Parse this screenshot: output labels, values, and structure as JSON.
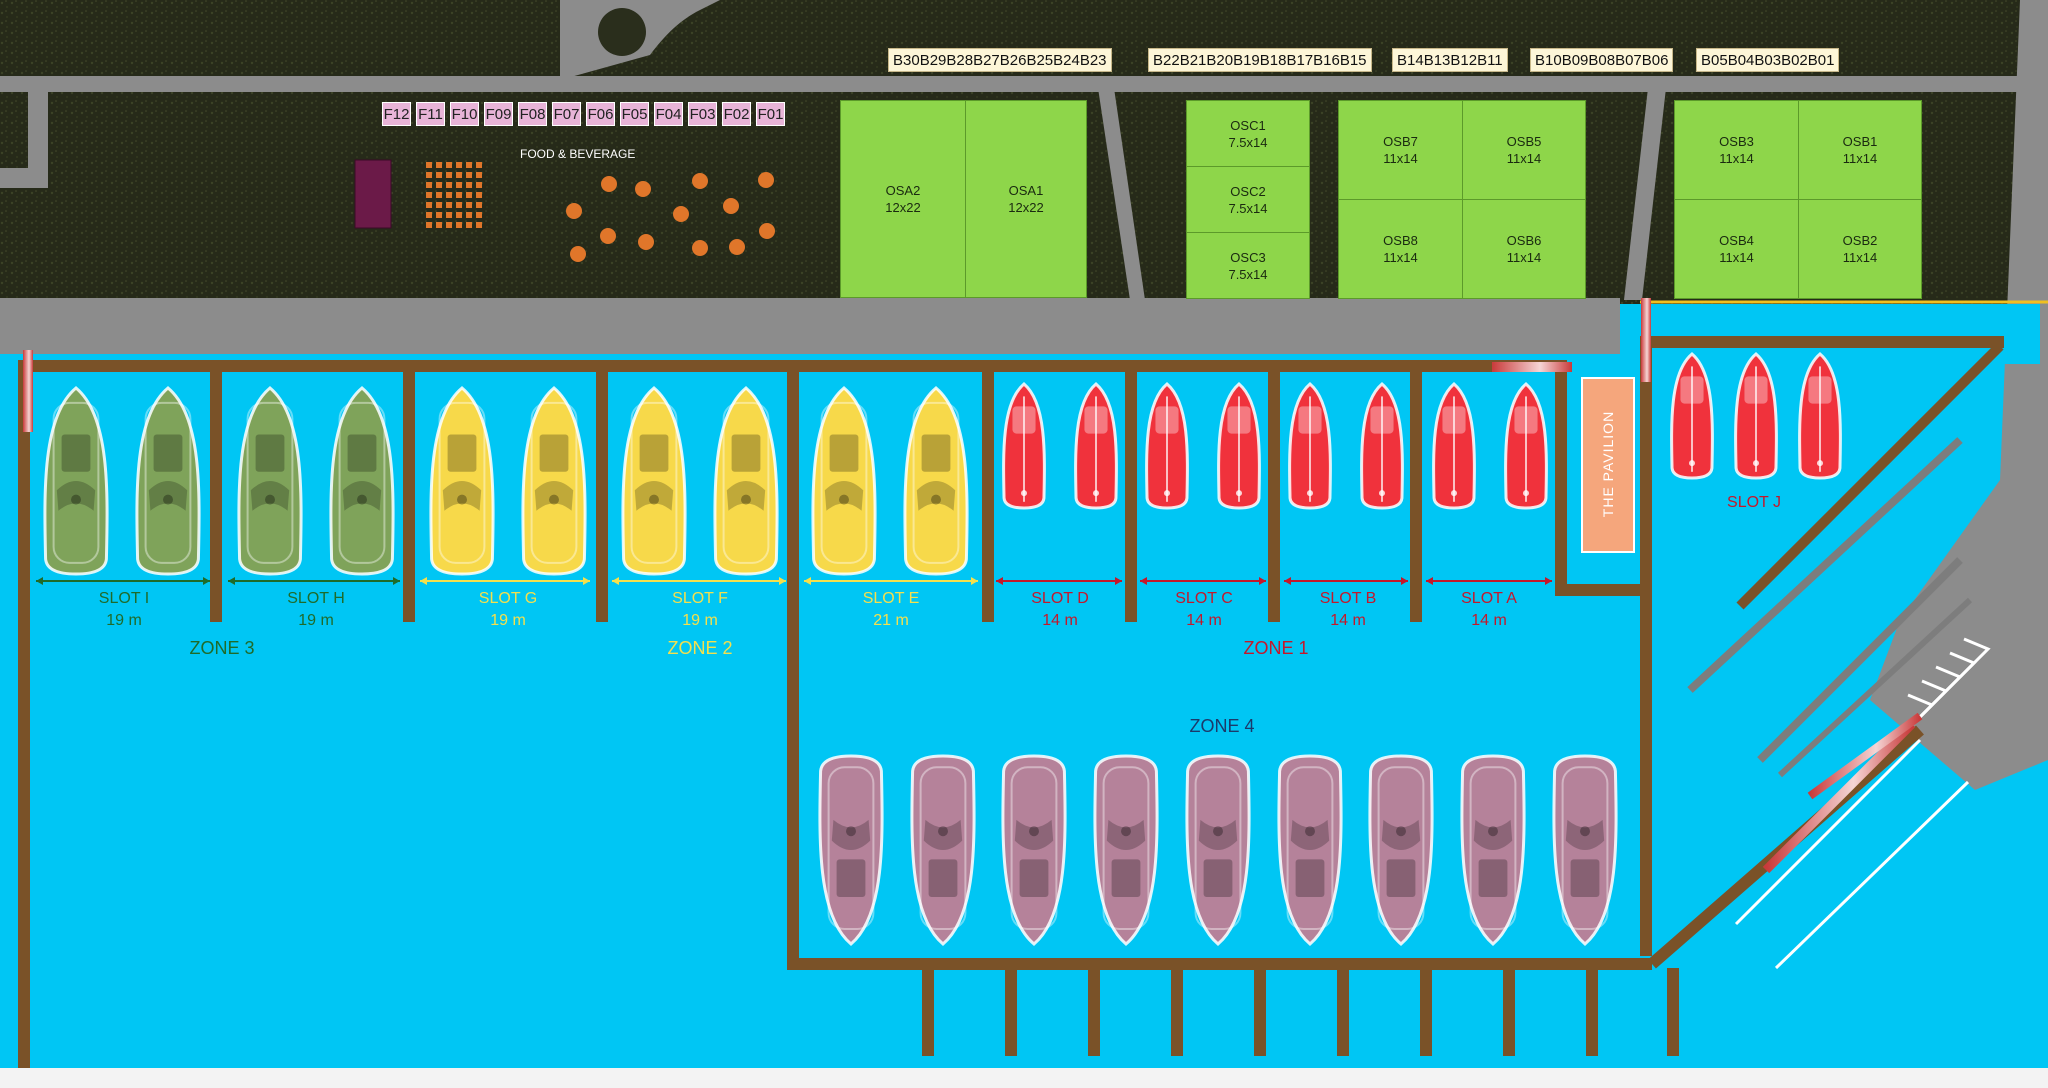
{
  "food_beverage": {
    "label": "FOOD & BEVERAGE",
    "stalls": [
      "F12",
      "F11",
      "F10",
      "F09",
      "F08",
      "F07",
      "F06",
      "F05",
      "F04",
      "F03",
      "F02",
      "F01"
    ]
  },
  "booth_groups": [
    {
      "label": "B30B29B28B27B26B25B24B23"
    },
    {
      "label": "B22B21B20B19B18B17B16B15"
    },
    {
      "label": "B14B13B12B11"
    },
    {
      "label": "B10B09B08B07B06"
    },
    {
      "label": "B05B04B03B02B01"
    }
  ],
  "open_spaces": [
    {
      "id": "OSA2",
      "size": "12x22"
    },
    {
      "id": "OSA1",
      "size": "12x22"
    },
    {
      "id": "OSC1",
      "size": "7.5x14"
    },
    {
      "id": "OSC2",
      "size": "7.5x14"
    },
    {
      "id": "OSC3",
      "size": "7.5x14"
    },
    {
      "id": "OSB7",
      "size": "11x14"
    },
    {
      "id": "OSB5",
      "size": "11x14"
    },
    {
      "id": "OSB8",
      "size": "11x14"
    },
    {
      "id": "OSB6",
      "size": "11x14"
    },
    {
      "id": "OSB3",
      "size": "11x14"
    },
    {
      "id": "OSB1",
      "size": "11x14"
    },
    {
      "id": "OSB4",
      "size": "11x14"
    },
    {
      "id": "OSB2",
      "size": "11x14"
    }
  ],
  "slots": [
    {
      "name": "SLOT I",
      "length": "19 m",
      "zone": "3"
    },
    {
      "name": "SLOT H",
      "length": "19 m",
      "zone": "3"
    },
    {
      "name": "SLOT G",
      "length": "19 m",
      "zone": "2"
    },
    {
      "name": "SLOT F",
      "length": "19 m",
      "zone": "2"
    },
    {
      "name": "SLOT E",
      "length": "21 m",
      "zone": "2"
    },
    {
      "name": "SLOT D",
      "length": "14 m",
      "zone": "1"
    },
    {
      "name": "SLOT C",
      "length": "14 m",
      "zone": "1"
    },
    {
      "name": "SLOT B",
      "length": "14 m",
      "zone": "1"
    },
    {
      "name": "SLOT A",
      "length": "14 m",
      "zone": "1"
    },
    {
      "name": "SLOT J",
      "length": "",
      "zone": "1"
    }
  ],
  "zones": [
    {
      "name": "ZONE 3",
      "color": "#1f6b2a"
    },
    {
      "name": "ZONE 2",
      "color": "#f4e04d"
    },
    {
      "name": "ZONE 1",
      "color": "#c4182b"
    },
    {
      "name": "ZONE 4",
      "color": "#1b3a6b"
    }
  ],
  "pavilion": {
    "label": "THE PAVILION"
  },
  "colors": {
    "water": "#00c6f4",
    "pier": "#7a5228",
    "road": "#8c8c8c",
    "grass": "#2a2e1c",
    "open_space": "#8ed64a",
    "boat_zone3": "#7fa35a",
    "boat_zone2": "#f7d94a",
    "boat_zone1": "#f0323c",
    "boat_zone4": "#b5829a",
    "pavilion": "#f5a67c"
  }
}
